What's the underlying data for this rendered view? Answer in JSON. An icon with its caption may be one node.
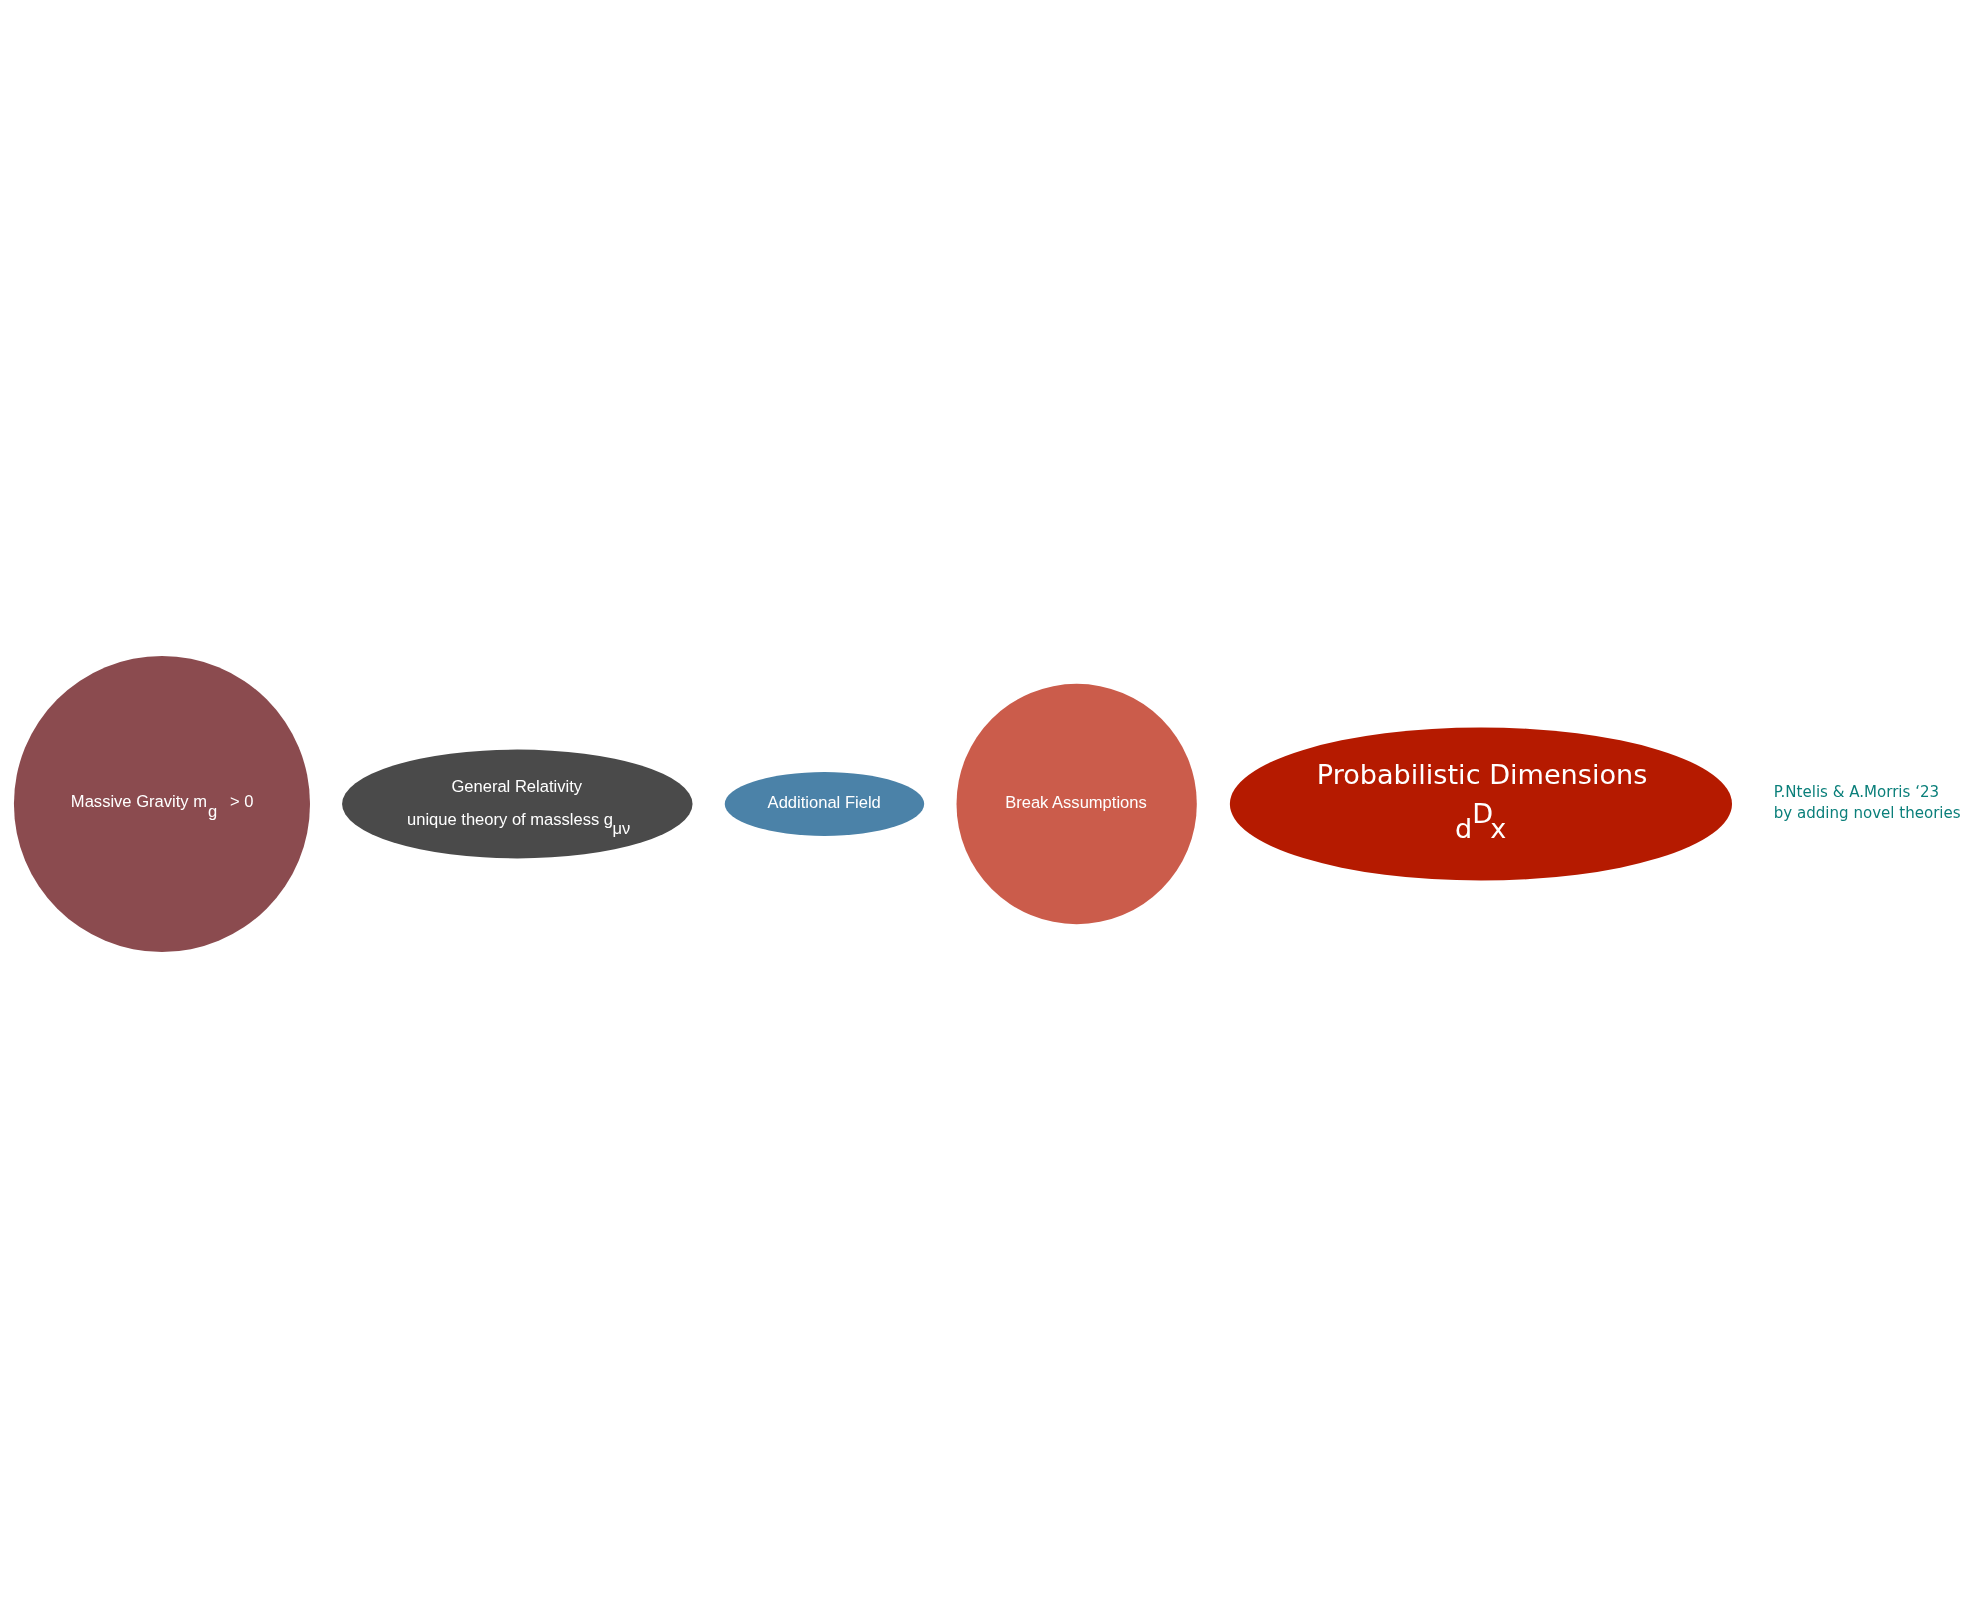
{
  "diagram": {
    "nodes": [
      {
        "text": [
          "Massive Gravity m$_{g}$ > 0"
        ]
      },
      {
        "text": [
          "General Relativity",
          "unique theory of massless g$_{μν}$"
        ]
      },
      {
        "text": [
          "Additional Field"
        ]
      },
      {
        "text": [
          "Break Assumptions"
        ]
      },
      {
        "text": [
          "Probabilistic Dimensions",
          "d$^{D}$x"
        ]
      }
    ],
    "edges": [],
    "labels": [
      "P.Ntelis & A.Morris ‘23",
      "by adding novel theories"
    ]
  }
}
